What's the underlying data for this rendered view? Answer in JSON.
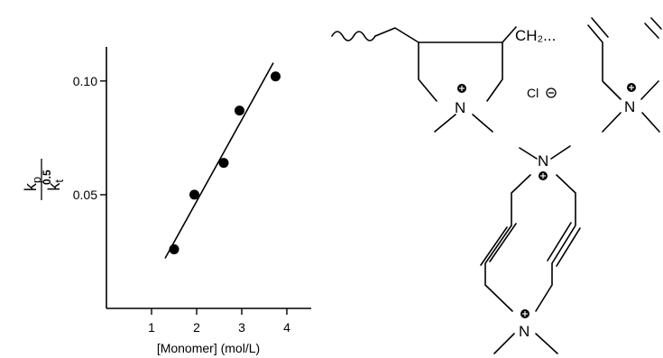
{
  "chart_data": {
    "type": "scatter",
    "xlabel": "[Monomer] (mol/L)",
    "ylabel": {
      "numerator": "k",
      "numerator_sub": "p",
      "denominator": "k",
      "denominator_sub": "t",
      "denominator_sup": "0.5"
    },
    "xlim": [
      0,
      4.5
    ],
    "ylim": [
      0,
      0.115
    ],
    "x_ticks": [
      1,
      2,
      3,
      4
    ],
    "x_tick_labels": [
      "1",
      "2",
      "3",
      "4"
    ],
    "y_ticks": [
      0.05,
      0.1
    ],
    "y_tick_labels": [
      "0.05",
      "0.10"
    ],
    "grid": false,
    "series": [
      {
        "points": [
          {
            "x": 1.5,
            "y": 0.026
          },
          {
            "x": 1.95,
            "y": 0.05
          },
          {
            "x": 2.6,
            "y": 0.064
          },
          {
            "x": 2.95,
            "y": 0.087
          },
          {
            "x": 3.75,
            "y": 0.102
          }
        ]
      }
    ],
    "fit_line": {
      "x": [
        1.3,
        3.7
      ],
      "y": [
        0.022,
        0.108
      ]
    }
  },
  "structure": {
    "labels": {
      "ch2": "CH₂...",
      "n_top_ring": "N",
      "chloride": "Cl",
      "n_right": "N",
      "n_lower_top": "N",
      "n_lower_bottom": "N"
    }
  }
}
